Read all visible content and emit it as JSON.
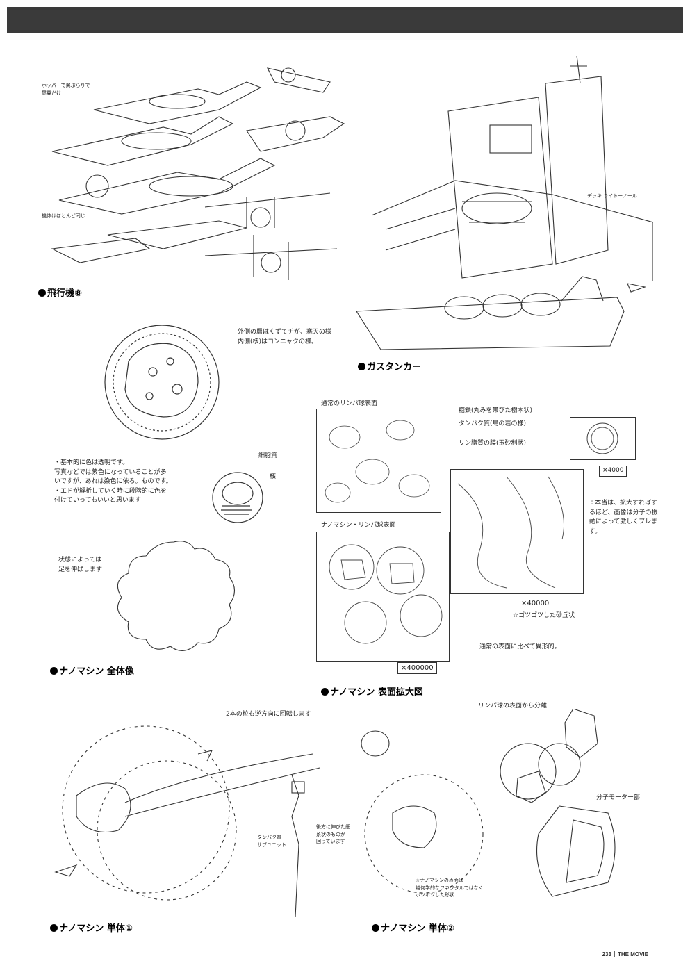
{
  "captions": {
    "airplanes": "飛行機⑧",
    "gas_tanker": "ガスタンカー",
    "nano_whole": "ナノマシン 全体像",
    "nano_surface": "ナノマシン 表面拡大図",
    "nano_unit1": "ナノマシン 単体①",
    "nano_unit2": "ナノマシン 単体②"
  },
  "notes": {
    "nano_outer": "外側の層はくずてチが、寒天の様\n内側(核)はコンニャクの様。",
    "nano_body": "・基本的に色は透明です。\n 写真などでは紫色になっていることが多いですが、あれは染色に依る。ものです。\n・エドが解析していく時に段階的に色を付けていってもいいと思います",
    "membrane": "細胞質",
    "core": "核",
    "state": "状態によっては\n足を伸ばします",
    "surface_top": "通常のリンパ球表面",
    "chain": "糖鎖(丸みを帯びた樹木状)",
    "protein": "タンパク質(島の岩の様)",
    "lipid": "リン脂質の膜(玉砂利状)",
    "surface_bottom": "ナノマシン・リンパ球表面",
    "mag_4000": "×4000",
    "mag_40000": "×40000",
    "mag_400000": "×400000",
    "zoom_note": "☆本当は、拡大すればするほど、画像は分子の振動によって激しくブレます。",
    "rough": "☆ゴツゴツした砂丘状",
    "compare": "通常の表面に比べて異形的。",
    "rotate": "2本の粒も逆方向に回転します",
    "protein_unit": "タンパク質\nサブユニット",
    "tail": "後方に伸びた細\n糸状のものが\n回っています",
    "lymph_cell": "リンパ球の表面から分離",
    "motor": "分子モーター部",
    "unit2_note": "☆ナノマシンの表面は\n 幾何学的なフラクタルではなく\n ボツボツした形状",
    "plane_note1": "ホッパーで翼ぶらりで\n 尾翼だけ",
    "plane_note2": "機体はほとんど同じ",
    "ship_note": "デッキ ライトーノール"
  },
  "footer": {
    "page": "233",
    "title": "THE MOVIE"
  }
}
